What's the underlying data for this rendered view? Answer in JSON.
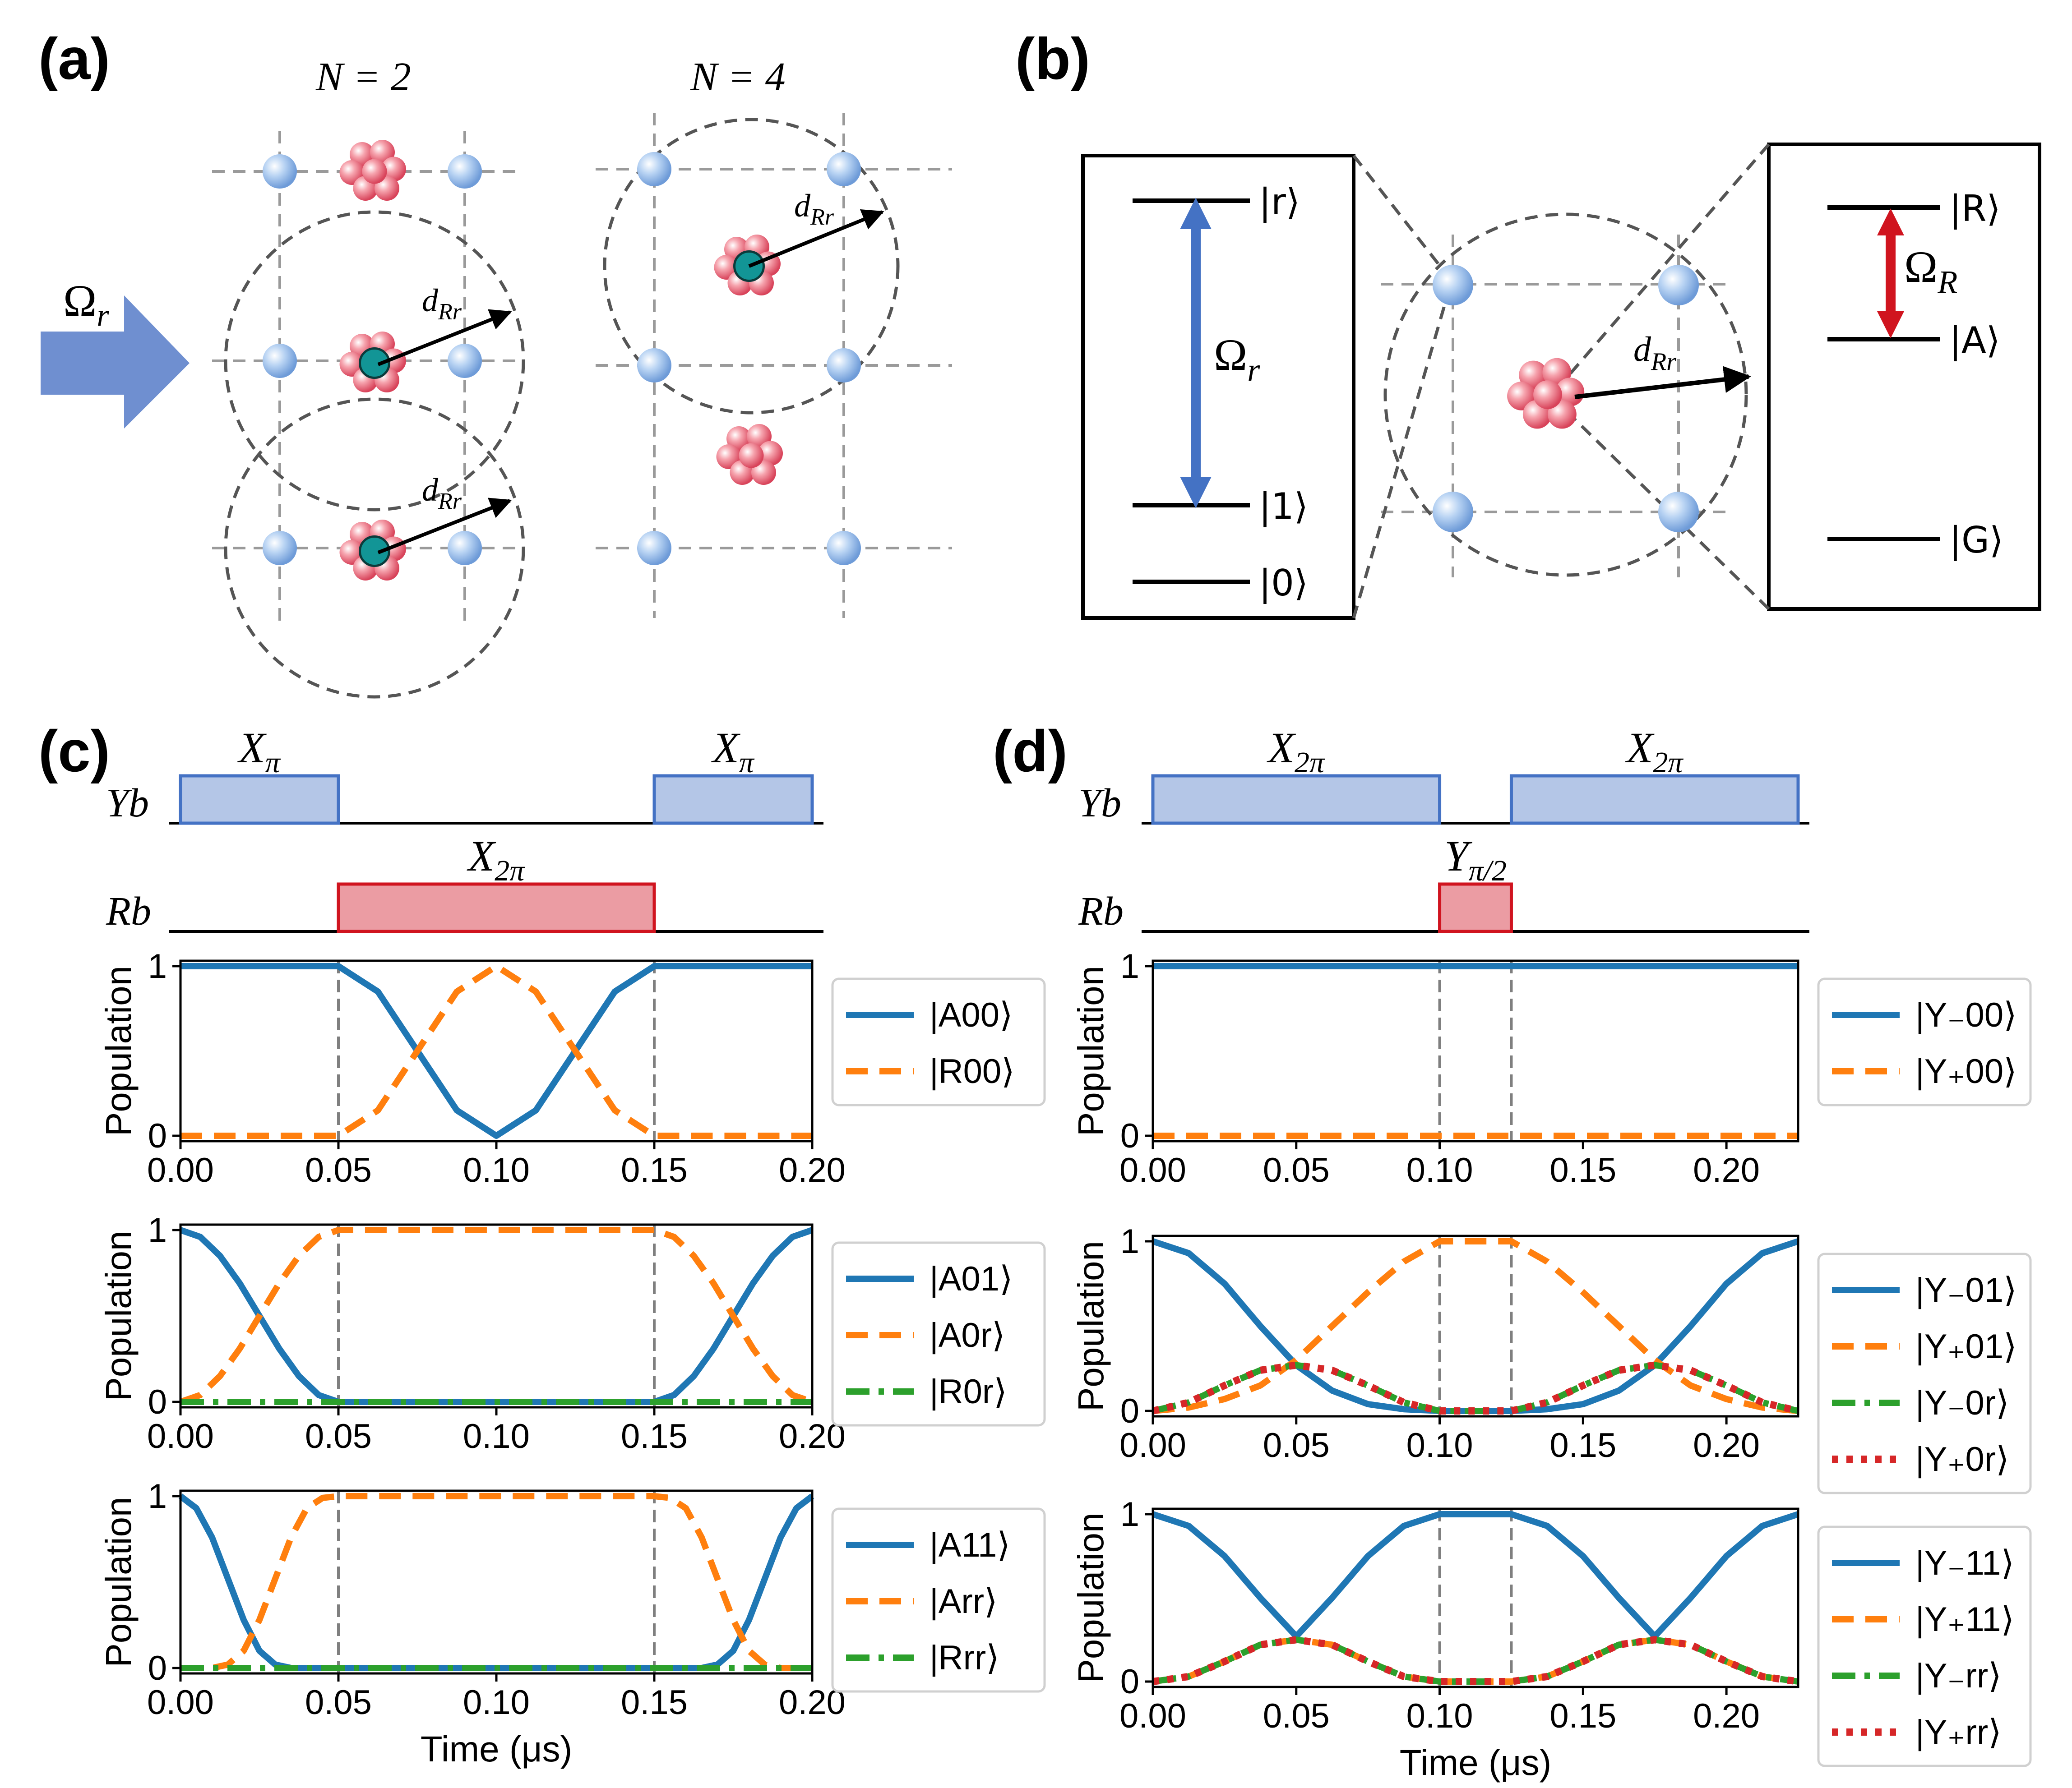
{
  "panels": {
    "a": {
      "label": "(a)",
      "n2_label": "N = 2",
      "n4_label": "N = 4",
      "drive_label": "Ω",
      "drive_sub": "r",
      "d_label": "d",
      "d_sub": "Rr"
    },
    "b": {
      "label": "(b)",
      "left_levels": [
        "|r⟩",
        "|1⟩",
        "|0⟩"
      ],
      "left_coupling": "Ω",
      "left_coupling_sub": "r",
      "right_levels": [
        "|R⟩",
        "|A⟩",
        "|G⟩"
      ],
      "right_coupling": "Ω",
      "right_coupling_sub": "R",
      "d_label": "d",
      "d_sub": "Rr"
    },
    "c": {
      "label": "(c)",
      "yb_lane": "Yb",
      "rb_lane": "Rb",
      "yb_pulses": [
        {
          "label": "X",
          "sub": "π",
          "start": 0.0,
          "end": 0.05
        },
        {
          "label": "X",
          "sub": "π",
          "start": 0.15,
          "end": 0.2
        }
      ],
      "rb_pulses": [
        {
          "label": "X",
          "sub": "2π",
          "start": 0.05,
          "end": 0.15
        }
      ]
    },
    "d": {
      "label": "(d)",
      "yb_lane": "Yb",
      "rb_lane": "Rb",
      "yb_pulses": [
        {
          "label": "X",
          "sub": "2π",
          "start": 0.0,
          "end": 0.1
        },
        {
          "label": "X",
          "sub": "2π",
          "start": 0.125,
          "end": 0.225
        }
      ],
      "rb_pulses": [
        {
          "label": "Y",
          "sub": "π/2",
          "start": 0.1,
          "end": 0.125
        }
      ]
    }
  },
  "colors": {
    "blue": "#1f77b4",
    "orange": "#ff7f0e",
    "green": "#2ca02c",
    "red": "#d62728",
    "yb_fill": "#b4c6e7",
    "yb_edge": "#4472c4",
    "rb_fill": "#eb9ca3",
    "rb_edge": "#d0141f",
    "arrow_blue": "#4472c4",
    "arrow_red": "#d0141f",
    "atom_blue": "#a9c8ef",
    "atom_red": "#f07a8a",
    "teal": "#129596"
  },
  "chart_data": [
    {
      "id": "c1",
      "type": "line",
      "xlabel": "",
      "ylabel": "Population",
      "xlim": [
        0,
        0.2
      ],
      "ylim": [
        0,
        1
      ],
      "xticks": [
        "0.00",
        "0.05",
        "0.10",
        "0.15",
        "0.20"
      ],
      "yticks": [
        "0",
        "1"
      ],
      "vlines": [
        0.05,
        0.15
      ],
      "x": [
        0,
        0.05,
        0.0625,
        0.075,
        0.0875,
        0.1,
        0.1125,
        0.125,
        0.1375,
        0.15,
        0.2
      ],
      "series": [
        {
          "name": "|A00⟩",
          "color": "blue",
          "style": "solid",
          "values": [
            1,
            1,
            0.85,
            0.5,
            0.15,
            0,
            0.15,
            0.5,
            0.85,
            1,
            1
          ]
        },
        {
          "name": "|R00⟩",
          "color": "orange",
          "style": "dashed",
          "values": [
            0,
            0,
            0.15,
            0.5,
            0.85,
            1,
            0.85,
            0.5,
            0.15,
            0,
            0
          ]
        }
      ]
    },
    {
      "id": "c2",
      "type": "line",
      "xlabel": "",
      "ylabel": "Population",
      "xlim": [
        0,
        0.2
      ],
      "ylim": [
        0,
        1
      ],
      "xticks": [
        "0.00",
        "0.05",
        "0.10",
        "0.15",
        "0.20"
      ],
      "yticks": [
        "0",
        "1"
      ],
      "vlines": [
        0.05,
        0.15
      ],
      "x": [
        0,
        0.00625,
        0.0125,
        0.01875,
        0.025,
        0.03125,
        0.0375,
        0.04375,
        0.05,
        0.15,
        0.15625,
        0.1625,
        0.16875,
        0.175,
        0.18125,
        0.1875,
        0.19375,
        0.2
      ],
      "series": [
        {
          "name": "|A01⟩",
          "color": "blue",
          "style": "solid",
          "values": [
            1,
            0.96,
            0.85,
            0.69,
            0.5,
            0.31,
            0.15,
            0.04,
            0,
            0,
            0.04,
            0.15,
            0.31,
            0.5,
            0.69,
            0.85,
            0.96,
            1
          ]
        },
        {
          "name": "|A0r⟩",
          "color": "orange",
          "style": "dashed",
          "values": [
            0,
            0.04,
            0.15,
            0.31,
            0.5,
            0.69,
            0.85,
            0.96,
            1,
            1,
            0.96,
            0.85,
            0.69,
            0.5,
            0.31,
            0.15,
            0.04,
            0
          ]
        },
        {
          "name": "|R0r⟩",
          "color": "green",
          "style": "dashdot",
          "values": [
            0,
            0,
            0,
            0,
            0,
            0,
            0,
            0,
            0,
            0,
            0,
            0,
            0,
            0,
            0,
            0,
            0,
            0
          ]
        }
      ]
    },
    {
      "id": "c3",
      "type": "line",
      "xlabel": "Time (μs)",
      "ylabel": "Population",
      "xlim": [
        0,
        0.2
      ],
      "ylim": [
        0,
        1
      ],
      "xticks": [
        "0.00",
        "0.05",
        "0.10",
        "0.15",
        "0.20"
      ],
      "yticks": [
        "0",
        "1"
      ],
      "vlines": [
        0.05,
        0.15
      ],
      "x": [
        0,
        0.005,
        0.01,
        0.015,
        0.02,
        0.025,
        0.03,
        0.035,
        0.04,
        0.045,
        0.05,
        0.15,
        0.155,
        0.16,
        0.165,
        0.17,
        0.175,
        0.18,
        0.185,
        0.19,
        0.195,
        0.2
      ],
      "series": [
        {
          "name": "|A11⟩",
          "color": "blue",
          "style": "solid",
          "values": [
            1,
            0.93,
            0.76,
            0.52,
            0.28,
            0.1,
            0.02,
            0,
            0,
            0,
            0,
            0,
            0,
            0,
            0,
            0.02,
            0.1,
            0.28,
            0.52,
            0.76,
            0.93,
            1
          ]
        },
        {
          "name": "|Arr⟩",
          "color": "orange",
          "style": "dashed",
          "values": [
            0,
            0,
            0,
            0.02,
            0.1,
            0.28,
            0.52,
            0.76,
            0.93,
            0.99,
            1,
            1,
            0.99,
            0.93,
            0.76,
            0.52,
            0.28,
            0.1,
            0.02,
            0,
            0,
            0
          ]
        },
        {
          "name": "|Rrr⟩",
          "color": "green",
          "style": "dashdot",
          "values": [
            0,
            0,
            0,
            0,
            0,
            0,
            0,
            0,
            0,
            0,
            0,
            0,
            0,
            0,
            0,
            0,
            0,
            0,
            0,
            0,
            0,
            0
          ]
        }
      ]
    },
    {
      "id": "d1",
      "type": "line",
      "xlabel": "",
      "ylabel": "Population",
      "xlim": [
        0,
        0.225
      ],
      "ylim": [
        0,
        1
      ],
      "xticks": [
        "0.00",
        "0.05",
        "0.10",
        "0.15",
        "0.20"
      ],
      "yticks": [
        "0",
        "1"
      ],
      "vlines": [
        0.1,
        0.125
      ],
      "x": [
        0,
        0.225
      ],
      "series": [
        {
          "name": "|Y₋00⟩",
          "color": "blue",
          "style": "solid",
          "values": [
            1,
            1
          ]
        },
        {
          "name": "|Y₊00⟩",
          "color": "orange",
          "style": "dashed",
          "values": [
            0,
            0
          ]
        }
      ]
    },
    {
      "id": "d2",
      "type": "line",
      "xlabel": "",
      "ylabel": "Population",
      "xlim": [
        0,
        0.225
      ],
      "ylim": [
        0,
        1
      ],
      "xticks": [
        "0.00",
        "0.05",
        "0.10",
        "0.15",
        "0.20"
      ],
      "yticks": [
        "0",
        "1"
      ],
      "vlines": [
        0.1,
        0.125
      ],
      "x": [
        0,
        0.0125,
        0.025,
        0.0375,
        0.05,
        0.0625,
        0.075,
        0.0875,
        0.1,
        0.125,
        0.1375,
        0.15,
        0.1625,
        0.175,
        0.1875,
        0.2,
        0.2125,
        0.225
      ],
      "series": [
        {
          "name": "|Y₋01⟩",
          "color": "blue",
          "style": "solid",
          "values": [
            1,
            0.93,
            0.75,
            0.5,
            0.27,
            0.12,
            0.04,
            0.01,
            0,
            0,
            0.01,
            0.04,
            0.12,
            0.27,
            0.5,
            0.75,
            0.93,
            1
          ]
        },
        {
          "name": "|Y₊01⟩",
          "color": "orange",
          "style": "dashed",
          "values": [
            0,
            0.02,
            0.07,
            0.15,
            0.3,
            0.5,
            0.7,
            0.88,
            1,
            1,
            0.88,
            0.7,
            0.5,
            0.3,
            0.15,
            0.07,
            0.02,
            0
          ]
        },
        {
          "name": "|Y₋0r⟩",
          "color": "green",
          "style": "dashdot",
          "values": [
            0,
            0.05,
            0.15,
            0.24,
            0.27,
            0.24,
            0.15,
            0.05,
            0,
            0,
            0.05,
            0.15,
            0.24,
            0.27,
            0.24,
            0.15,
            0.05,
            0
          ]
        },
        {
          "name": "|Y₊0r⟩",
          "color": "red",
          "style": "dotted",
          "values": [
            0,
            0.05,
            0.15,
            0.24,
            0.27,
            0.24,
            0.15,
            0.05,
            0,
            0,
            0.05,
            0.15,
            0.24,
            0.27,
            0.24,
            0.15,
            0.05,
            0
          ]
        }
      ]
    },
    {
      "id": "d3",
      "type": "line",
      "xlabel": "Time (μs)",
      "ylabel": "Population",
      "xlim": [
        0,
        0.225
      ],
      "ylim": [
        0,
        1
      ],
      "xticks": [
        "0.00",
        "0.05",
        "0.10",
        "0.15",
        "0.20"
      ],
      "yticks": [
        "0",
        "1"
      ],
      "vlines": [
        0.1,
        0.125
      ],
      "x": [
        0,
        0.0125,
        0.025,
        0.0375,
        0.05,
        0.0625,
        0.075,
        0.0875,
        0.1,
        0.125,
        0.1375,
        0.15,
        0.1625,
        0.175,
        0.1875,
        0.2,
        0.2125,
        0.225
      ],
      "series": [
        {
          "name": "|Y₋11⟩",
          "color": "blue",
          "style": "solid",
          "values": [
            1,
            0.93,
            0.75,
            0.5,
            0.27,
            0.5,
            0.75,
            0.93,
            1,
            1,
            0.93,
            0.75,
            0.5,
            0.27,
            0.5,
            0.75,
            0.93,
            1
          ]
        },
        {
          "name": "|Y₊11⟩",
          "color": "orange",
          "style": "dashed",
          "values": [
            0,
            0.03,
            0.12,
            0.22,
            0.25,
            0.22,
            0.12,
            0.03,
            0,
            0,
            0.03,
            0.12,
            0.22,
            0.25,
            0.22,
            0.12,
            0.03,
            0
          ]
        },
        {
          "name": "|Y₋rr⟩",
          "color": "green",
          "style": "dashdot",
          "values": [
            0,
            0.03,
            0.12,
            0.22,
            0.25,
            0.22,
            0.12,
            0.03,
            0,
            0,
            0.03,
            0.12,
            0.22,
            0.25,
            0.22,
            0.12,
            0.03,
            0
          ]
        },
        {
          "name": "|Y₊rr⟩",
          "color": "red",
          "style": "dotted",
          "values": [
            0,
            0.03,
            0.12,
            0.22,
            0.25,
            0.22,
            0.12,
            0.03,
            0,
            0,
            0.03,
            0.12,
            0.22,
            0.25,
            0.22,
            0.12,
            0.03,
            0
          ]
        }
      ]
    }
  ]
}
